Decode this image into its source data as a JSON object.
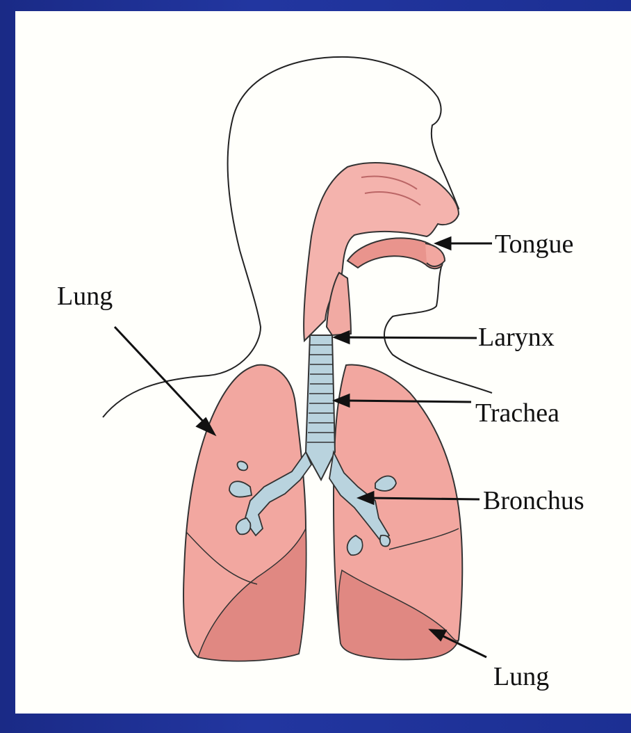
{
  "diagram": {
    "labels": {
      "tongue": "Tongue",
      "larynx": "Larynx",
      "trachea": "Trachea",
      "bronchus": "Bronchus",
      "lung_left": "Lung",
      "lung_bottom": "Lung"
    },
    "colors": {
      "background": "#1b2f8c",
      "panel": "#fffffb",
      "lung": "#f2a7a0",
      "lung_shade": "#e08882",
      "airway": "#b9d3de",
      "tissue": "#f4b3ad"
    }
  }
}
